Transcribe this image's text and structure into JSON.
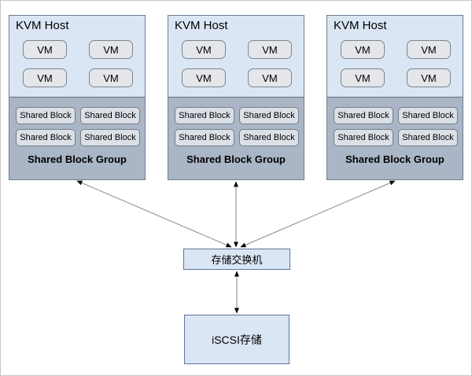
{
  "diagram": {
    "hosts": [
      {
        "title": "KVM Host",
        "vms": [
          "VM",
          "VM",
          "VM",
          "VM"
        ],
        "shared_blocks": [
          "Shared Block",
          "Shared Block",
          "Shared Block",
          "Shared Block"
        ],
        "group_label": "Shared Block Group"
      },
      {
        "title": "KVM Host",
        "vms": [
          "VM",
          "VM",
          "VM",
          "VM"
        ],
        "shared_blocks": [
          "Shared Block",
          "Shared Block",
          "Shared Block",
          "Shared Block"
        ],
        "group_label": "Shared Block Group"
      },
      {
        "title": "KVM Host",
        "vms": [
          "VM",
          "VM",
          "VM",
          "VM"
        ],
        "shared_blocks": [
          "Shared Block",
          "Shared Block",
          "Shared Block",
          "Shared Block"
        ],
        "group_label": "Shared Block Group"
      }
    ],
    "switch_label": "存储交换机",
    "storage_label": "iSCSI存储",
    "colors": {
      "host_fill": "#dbe6f4",
      "group_fill": "#aab6c6",
      "vm_fill": "#e4e6ea",
      "shared_block_fill": "#dbdfe6",
      "blue_box_fill": "#dbe6f4",
      "blue_box_border": "#5c7499",
      "gray_border": "#6f7d8e",
      "line_color": "#8a8a8a",
      "arrowhead_color": "#000000"
    }
  }
}
